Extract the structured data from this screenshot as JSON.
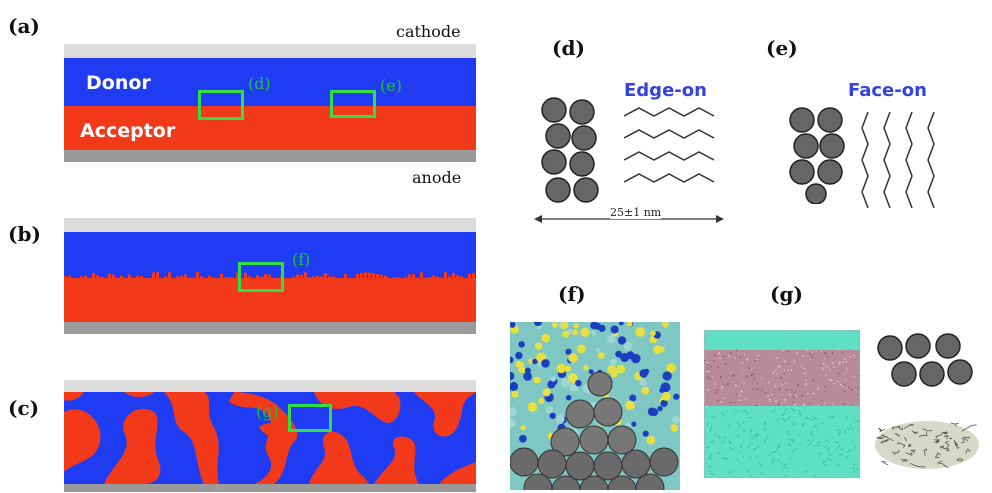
{
  "panels": {
    "a": {
      "label": "(a)",
      "cathode": "cathode",
      "anode": "anode",
      "donor": "Donor",
      "acceptor": "Acceptor",
      "box_d": "(d)",
      "box_e": "(e)"
    },
    "b": {
      "label": "(b)",
      "box_f": "(f)"
    },
    "c": {
      "label": "(c)",
      "box_g": "(g)"
    },
    "d": {
      "label": "(d)",
      "orientation": "Edge-on",
      "dimension": "25±1 nm"
    },
    "e": {
      "label": "(e)",
      "orientation": "Face-on"
    },
    "f": {
      "label": "(f)"
    },
    "g": {
      "label": "(g)"
    }
  },
  "colors": {
    "donor": "#1f3cf2",
    "acceptor": "#f23a1a",
    "electrode_top": "#dcdcdc",
    "electrode_bottom": "#9a9a9a",
    "highlight_box": "#33dd44",
    "orientation_text": "#3344dd"
  }
}
